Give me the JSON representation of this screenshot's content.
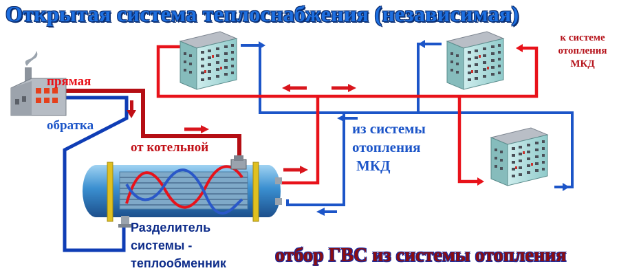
{
  "title": "Открытая система теплоснабжения (независимая)",
  "labels": {
    "supply": "прямая",
    "return": "обратка",
    "from_boiler": "от котельной",
    "from_heating_1": "из системы",
    "from_heating_2": "отопления",
    "from_heating_3": "МКД",
    "to_heating_1": "к системе",
    "to_heating_2": "отопления",
    "to_heating_3": "МКД",
    "separator_1": "Разделитель",
    "separator_2": "системы -",
    "separator_3": "теплообменник",
    "dhw": "отбор ГВС из системы отопления"
  },
  "icons": {
    "plant": "boiler-plant-icon",
    "building": "apartment-building-icon",
    "exchanger": "heat-exchanger-icon"
  },
  "colors": {
    "title": "#1d6fe0",
    "supply_pipe": "#e8121a",
    "return_pipe": "#1c55c8",
    "dark_return_pipe": "#0f3db5",
    "supply_arrow": "#d9151c",
    "dhw_text": "#8c0d0f",
    "exchanger_body": "#3a8fd0"
  }
}
